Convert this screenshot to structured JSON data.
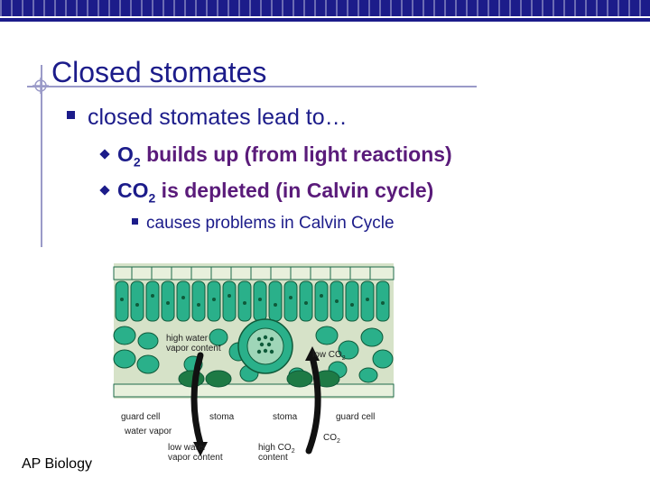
{
  "slide": {
    "title": "Closed stomates",
    "bullet1": "closed stomates lead to…",
    "bullet2a": {
      "label": "O",
      "sub": "2",
      "rest": " builds up (from light reactions)"
    },
    "bullet2b": {
      "label": "CO",
      "sub": "2",
      "rest": " is depleted (in Calvin cycle)"
    },
    "bullet3": "causes problems in Calvin Cycle",
    "footer": "AP Biology"
  },
  "diagram": {
    "labels": {
      "high_water": "high water",
      "vapor_content_1": "vapor content",
      "low_co2": "low CO",
      "low_co2_sub": "2",
      "guard_cell_left": "guard cell",
      "water_vapor": "water vapor",
      "stoma_left": "stoma",
      "stoma_right": "stoma",
      "guard_cell_right": "guard cell",
      "co2_bottom": "CO",
      "co2_bottom_sub": "2",
      "low_water": "low water",
      "vapor_content_2": "vapor content",
      "high_co2": "high CO",
      "high_co2_sub": "2",
      "content": "content"
    }
  },
  "colors": {
    "brand_blue": "#1c1c8a",
    "text_purple": "#5a1b7a",
    "cell_green": "#2ab08a",
    "cell_dark": "#0f5a3a",
    "leaf_bg": "#d6e2c8"
  }
}
